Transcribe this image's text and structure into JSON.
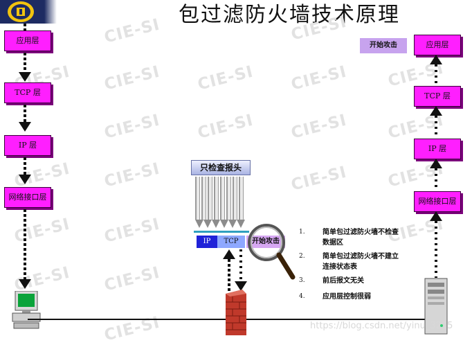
{
  "title": "包过滤防火墙技术原理",
  "watermark": "CIE-SI",
  "left_stack": [
    "应用层",
    "TCP 层",
    "IP 层",
    "网络接口层"
  ],
  "right_stack": [
    "应用层",
    "TCP 层",
    "IP 层",
    "网络接口层"
  ],
  "attack_tag": "开始攻击",
  "filter": {
    "header_label": "只检查报头",
    "packet": {
      "ip": "IP",
      "tcp": "TCP",
      "start": "开始攻击"
    }
  },
  "notes": [
    {
      "num": "1.",
      "line1": "简单包过滤防火墙不检查",
      "line2": "数据区"
    },
    {
      "num": "2.",
      "line1": "简单包过滤防火墙不建立",
      "line2": "连接状态表"
    },
    {
      "num": "3.",
      "line1": "前后报文无关",
      "line2": ""
    },
    {
      "num": "4.",
      "line1": "应用层控制很弱",
      "line2": ""
    }
  ],
  "footer_url": "https://blog.csdn.net/yinu_3215",
  "colors": {
    "layer": "#ff1fff",
    "attack": "#c7a3ee",
    "ip": "#1f22d8",
    "tcp": "#8ea8ff",
    "wall": "#c0392b"
  }
}
